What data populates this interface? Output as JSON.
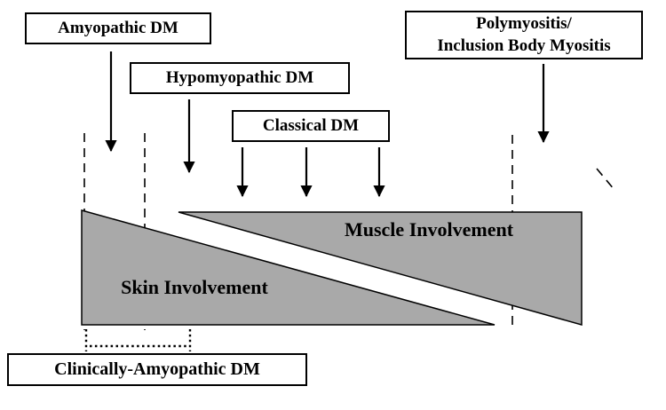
{
  "labels": {
    "amyopathic_dm": "Amyopathic DM",
    "hypomyopathic_dm": "Hypomyopathic DM",
    "classical_dm": "Classical DM",
    "polymyositis_line1": "Polymyositis/",
    "polymyositis_line2": "Inclusion Body Myositis",
    "clinically_amyopathic_dm": "Clinically-Amyopathic DM"
  },
  "regions": {
    "muscle_involvement": "Muscle Involvement",
    "skin_involvement": "Skin Involvement"
  },
  "colors": {
    "triangle_fill": "#a9a9a9",
    "line": "#000000",
    "background": "#ffffff"
  }
}
